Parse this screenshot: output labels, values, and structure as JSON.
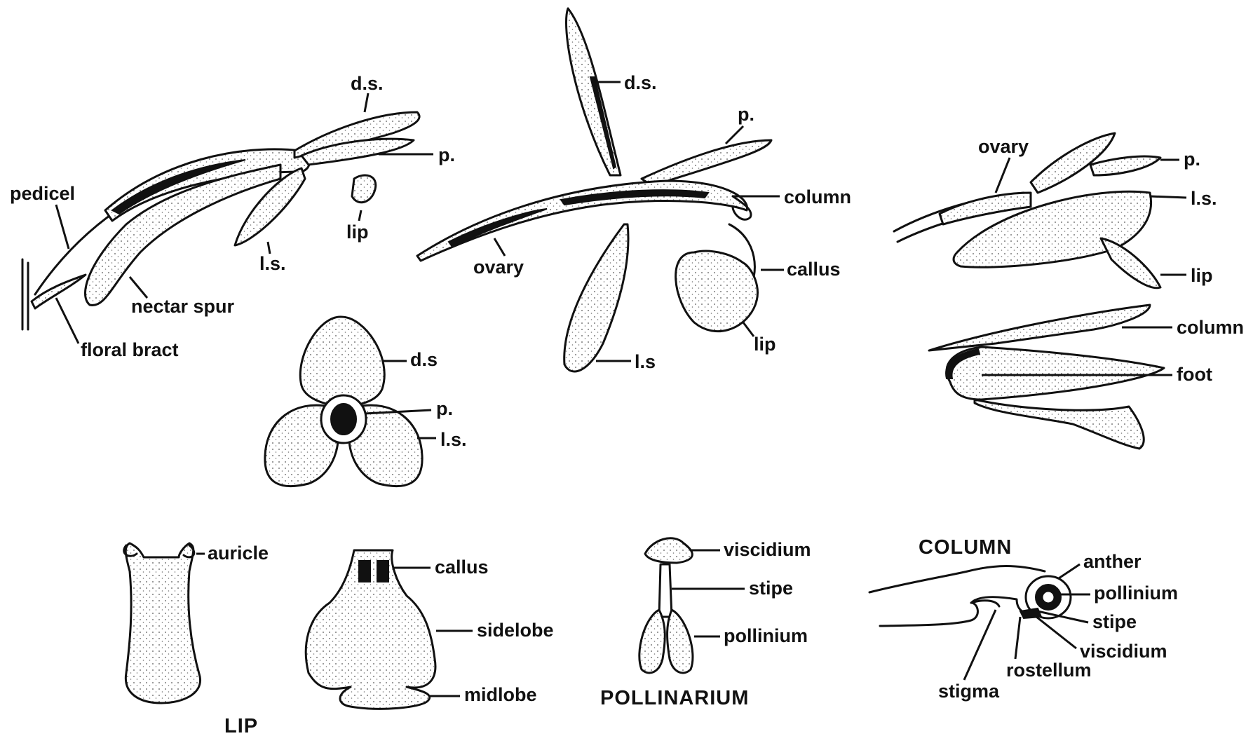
{
  "figure": {
    "whole_flower": {
      "ds": "d.s.",
      "p": "p.",
      "pedicel": "pedicel",
      "lip": "lip",
      "ls": "l.s.",
      "nectar_spur": "nectar spur",
      "floral_bract": "floral bract"
    },
    "front_view": {
      "ds": "d.s",
      "p": "p.",
      "ls": "l.s."
    },
    "dissected_flower": {
      "ds": "d.s.",
      "p": "p.",
      "column": "column",
      "ovary": "ovary",
      "callus": "callus",
      "ls": "l.s",
      "lip": "lip"
    },
    "side_flower": {
      "ovary": "ovary",
      "p": "p.",
      "ls": "l.s.",
      "lip": "lip",
      "column": "column",
      "foot": "foot"
    },
    "lip_detail": {
      "caption": "LIP",
      "auricle": "auricle",
      "callus": "callus",
      "sidelobe": "sidelobe",
      "midlobe": "midlobe"
    },
    "pollinarium_detail": {
      "caption": "POLLINARIUM",
      "viscidium": "viscidium",
      "stipe": "stipe",
      "pollinium": "pollinium"
    },
    "column_detail": {
      "caption": "COLUMN",
      "anther": "anther",
      "pollinium": "pollinium",
      "stipe": "stipe",
      "viscidium": "viscidium",
      "rostellum": "rostellum",
      "stigma": "stigma"
    }
  }
}
